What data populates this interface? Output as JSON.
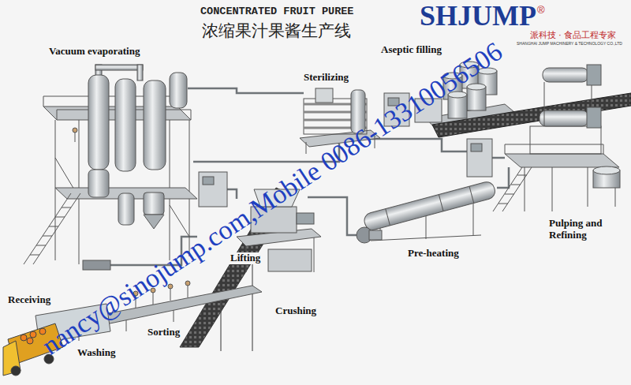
{
  "diagram": {
    "title": "CONCENTRATED FRUIT PUREE",
    "labels": [
      "浓缩果汁果酱生产线",
      "SHJUMP",
      "®",
      "派科技 · 食品工程专家",
      "SHANGHAI JUMP MACHINERY & TECHNOLOGY CO.,LTD",
      "Vacuum evaporating",
      "Sterilizing",
      "Aseptic filling",
      "Pulping and Refining",
      "Pre-heating",
      "Lifting",
      "Crushing",
      "Sorting",
      "Washing",
      "Receiving",
      "nancy@sinojump.com,Mobile 0086-13310056506"
    ]
  }
}
